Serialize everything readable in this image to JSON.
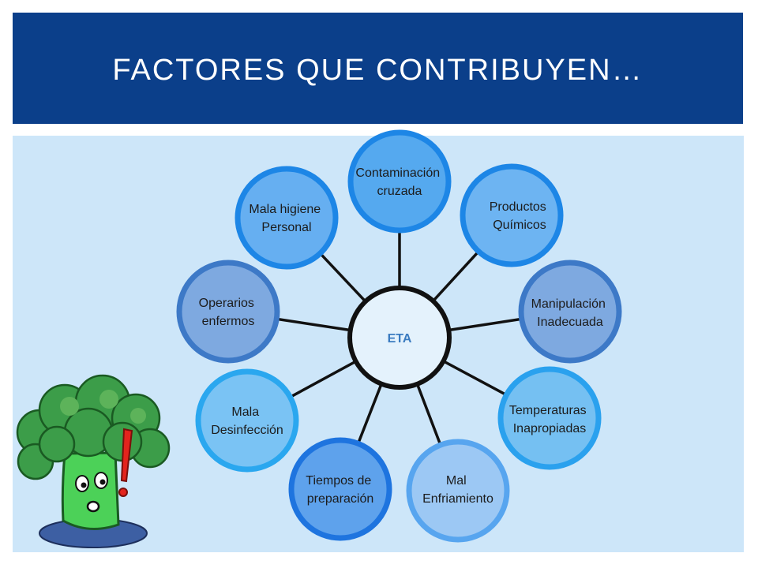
{
  "slide": {
    "title": "FACTORES QUE CONTRIBUYEN…"
  },
  "diagram": {
    "center": {
      "label": "ETA"
    },
    "nodes": [
      {
        "lines": [
          "Contaminación",
          "cruzada"
        ]
      },
      {
        "lines": [
          "Productos",
          "Químicos"
        ]
      },
      {
        "lines": [
          "Manipulación",
          "Inadecuada"
        ]
      },
      {
        "lines": [
          "Temperaturas",
          "Inapropiadas"
        ]
      },
      {
        "lines": [
          "Mal",
          "Enfriamiento"
        ]
      },
      {
        "lines": [
          "Tiempos de",
          "preparación"
        ]
      },
      {
        "lines": [
          "Mala",
          "Desinfección"
        ]
      },
      {
        "lines": [
          "Operarios",
          "enfermos"
        ]
      },
      {
        "lines": [
          "Mala higiene",
          "Personal"
        ]
      }
    ]
  },
  "colors": {
    "title_band": "#0b3f8a",
    "panel": "#cde6f9",
    "center_fill": "#e4f2fc",
    "connector": "#111111"
  },
  "decoration": {
    "mascot_icon": "broccoli-mascot-icon",
    "exclamation_icon": "exclamation-icon"
  }
}
